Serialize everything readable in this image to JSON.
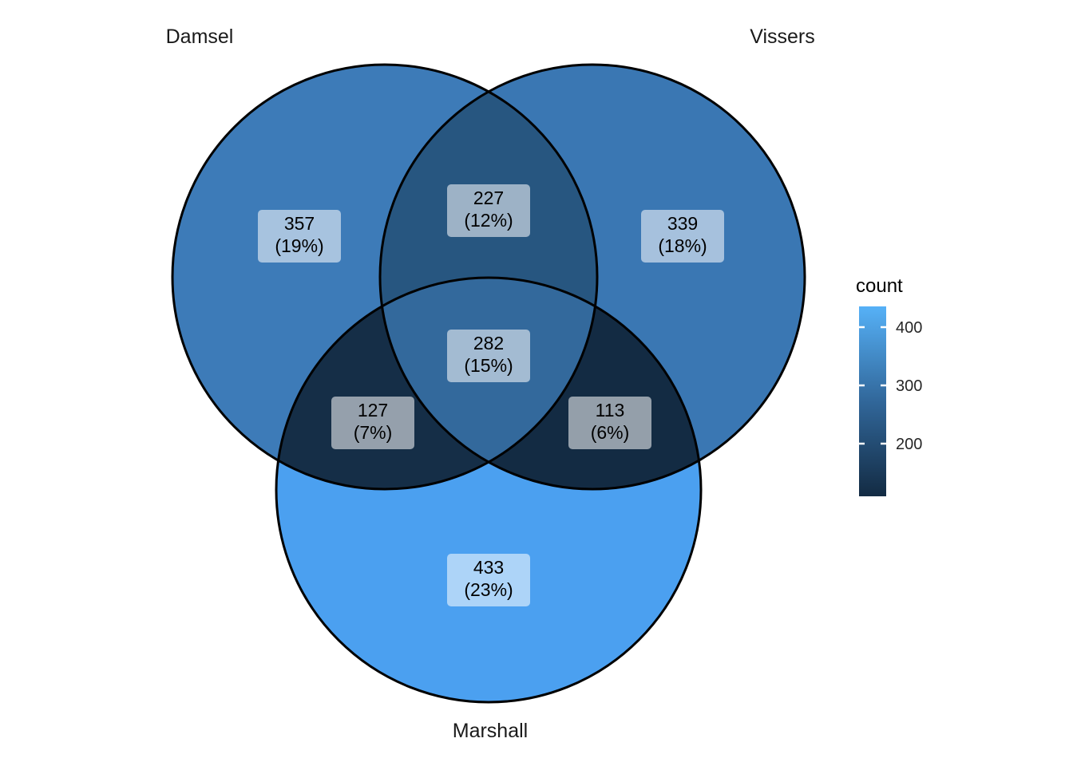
{
  "chart_data": {
    "type": "venn",
    "sets": [
      "Damsel",
      "Vissers",
      "Marshall"
    ],
    "set_labels": {
      "damsel": "Damsel",
      "vissers": "Vissers",
      "marshall": "Marshall"
    },
    "regions": {
      "damsel_only": {
        "sets": [
          "Damsel"
        ],
        "count": 357,
        "percent": 19,
        "count_label": "357",
        "percent_label": "(19%)",
        "fill": "#3D7BB8"
      },
      "vissers_only": {
        "sets": [
          "Vissers"
        ],
        "count": 339,
        "percent": 18,
        "count_label": "339",
        "percent_label": "(18%)",
        "fill": "#3A77B3"
      },
      "marshall_only": {
        "sets": [
          "Marshall"
        ],
        "count": 433,
        "percent": 23,
        "count_label": "433",
        "percent_label": "(23%)",
        "fill": "#4BA0F0"
      },
      "damsel_vissers": {
        "sets": [
          "Damsel",
          "Vissers"
        ],
        "count": 227,
        "percent": 12,
        "count_label": "227",
        "percent_label": "(12%)",
        "fill": "#275680"
      },
      "damsel_marshall": {
        "sets": [
          "Damsel",
          "Marshall"
        ],
        "count": 127,
        "percent": 7,
        "count_label": "127",
        "percent_label": "(7%)",
        "fill": "#152E47"
      },
      "vissers_marshall": {
        "sets": [
          "Vissers",
          "Marshall"
        ],
        "count": 113,
        "percent": 6,
        "count_label": "113",
        "percent_label": "(6%)",
        "fill": "#132B43"
      },
      "all_three": {
        "sets": [
          "Damsel",
          "Vissers",
          "Marshall"
        ],
        "count": 282,
        "percent": 15,
        "count_label": "282",
        "percent_label": "(15%)",
        "fill": "#33699C"
      }
    },
    "legend": {
      "title": "count",
      "ticks": [
        {
          "value": 400,
          "label": "400"
        },
        {
          "value": 300,
          "label": "300"
        },
        {
          "value": 200,
          "label": "200"
        }
      ],
      "gradient": {
        "high": "#56B1F7",
        "mid": "#31679A",
        "low": "#132B43"
      }
    }
  }
}
